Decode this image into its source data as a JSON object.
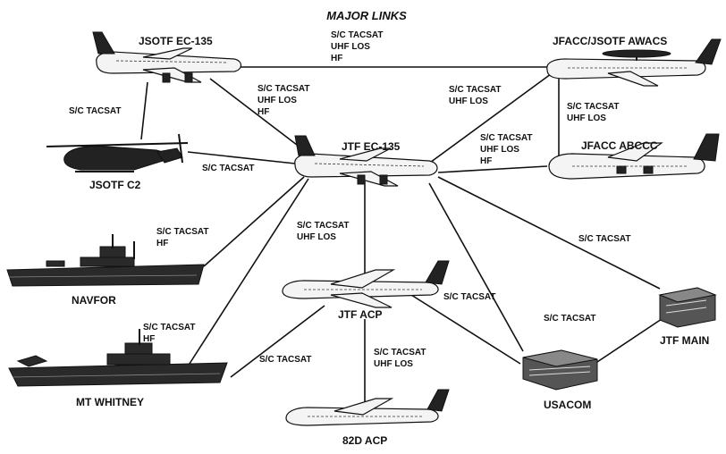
{
  "diagram": {
    "title": "MAJOR LINKS",
    "nodes": {
      "jsotf_ec135": "JSOTF EC-135",
      "jfacc_awacs": "JFACC/JSOTF AWACS",
      "jsotf_c2": "JSOTF C2",
      "jtf_ec135": "JTF EC-135",
      "jfacc_abccc": "JFACC ABCCC",
      "navfor": "NAVFOR",
      "jtf_acp": "JTF ACP",
      "jtf_main": "JTF MAIN",
      "mt_whitney": "MT WHITNEY",
      "usacom": "USACOM",
      "acp_82d": "82D ACP"
    },
    "links": {
      "ec135_awacs": [
        "S/C TACSAT",
        "UHF LOS",
        "HF"
      ],
      "ec135_c2": [
        "S/C TACSAT"
      ],
      "ec135_jtfec135": [
        "S/C TACSAT",
        "UHF LOS",
        "HF"
      ],
      "awacs_jtfec135": [
        "S/C TACSAT",
        "UHF LOS"
      ],
      "awacs_abccc": [
        "S/C TACSAT",
        "UHF LOS"
      ],
      "abccc_jtfec135": [
        "S/C TACSAT",
        "UHF LOS",
        "HF"
      ],
      "c2_jtfec135": [
        "S/C TACSAT"
      ],
      "navfor_jtfec135": [
        "S/C TACSAT",
        "HF"
      ],
      "jtfec135_acp": [
        "S/C TACSAT",
        "UHF LOS"
      ],
      "jtfec135_main": [
        "S/C TACSAT"
      ],
      "acp_usacom": [
        "S/C TACSAT"
      ],
      "jtfec135_usacom": [
        "S/C TACSAT"
      ],
      "whitney_jtfec135": [
        "S/C TACSAT",
        "HF"
      ],
      "whitney_acp": [
        "S/C TACSAT"
      ],
      "acp_82d": [
        "S/C TACSAT",
        "UHF LOS"
      ]
    }
  }
}
